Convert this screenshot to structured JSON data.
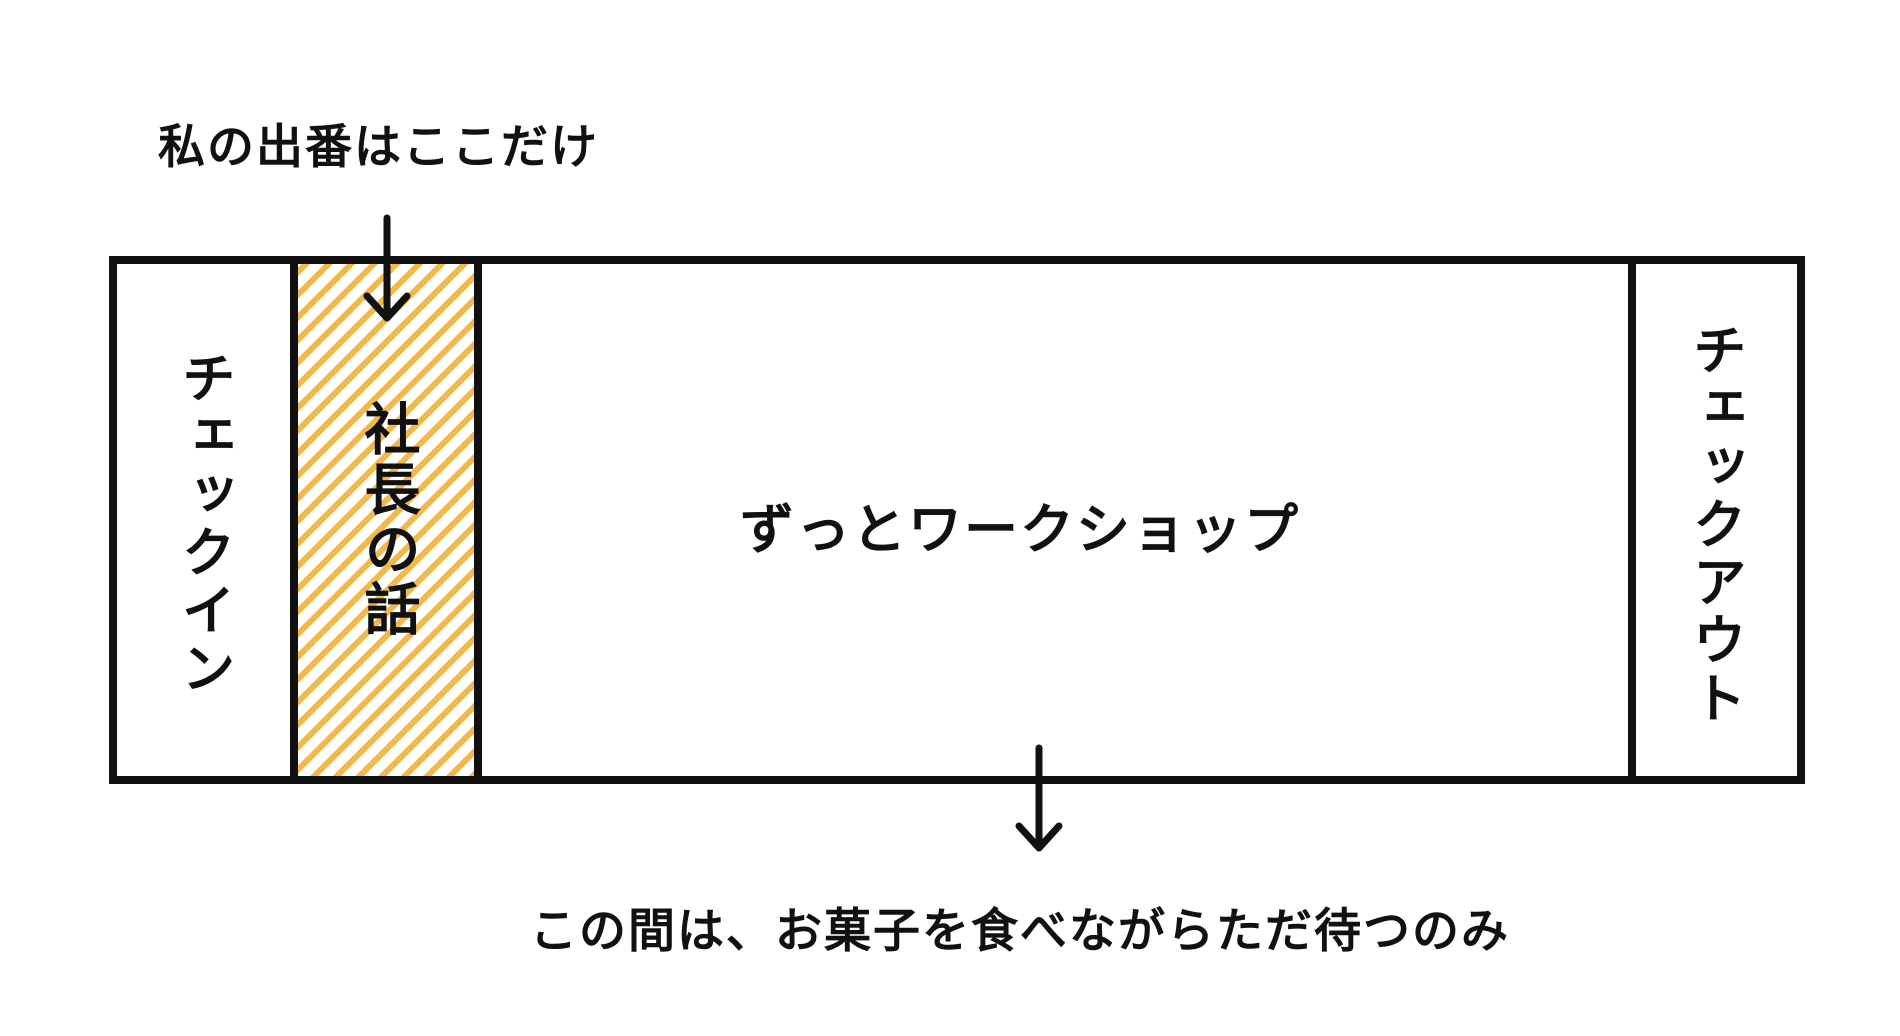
{
  "annotations": {
    "top_note": "私の出番はここだけ",
    "bottom_note": "この間は、お菓子を食べながらただ待つのみ"
  },
  "segments": {
    "check_in": "チェックイン",
    "ceo_talk": "社長の話",
    "workshop": "ずっとワークショップ",
    "check_out": "チェックアウト"
  },
  "colors": {
    "stroke": "#111111",
    "highlight_stripe": "#f2b94a",
    "background": "#ffffff"
  }
}
